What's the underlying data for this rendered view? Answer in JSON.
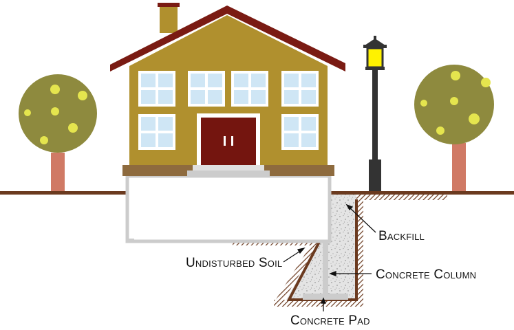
{
  "labels": {
    "backfill": "Backfill",
    "undisturbed_soil": "Undisturbed Soil",
    "concrete_column": "Concrete Column",
    "concrete_pad": "Concrete Pad"
  },
  "colors": {
    "house_wall": "#B0902E",
    "roof": "#7A1B13",
    "door": "#74150F",
    "window_glass": "#CFE6F5",
    "ground_line": "#6B3A1F",
    "tree_foliage": "#8E8A3E",
    "tree_fruit": "#E5E54E",
    "tree_trunk": "#D07A65",
    "lamp_post": "#333333",
    "lamp_light": "#FFF200",
    "foundation": "#CCCCCC",
    "backfill_fill": "#E2E2E2"
  }
}
